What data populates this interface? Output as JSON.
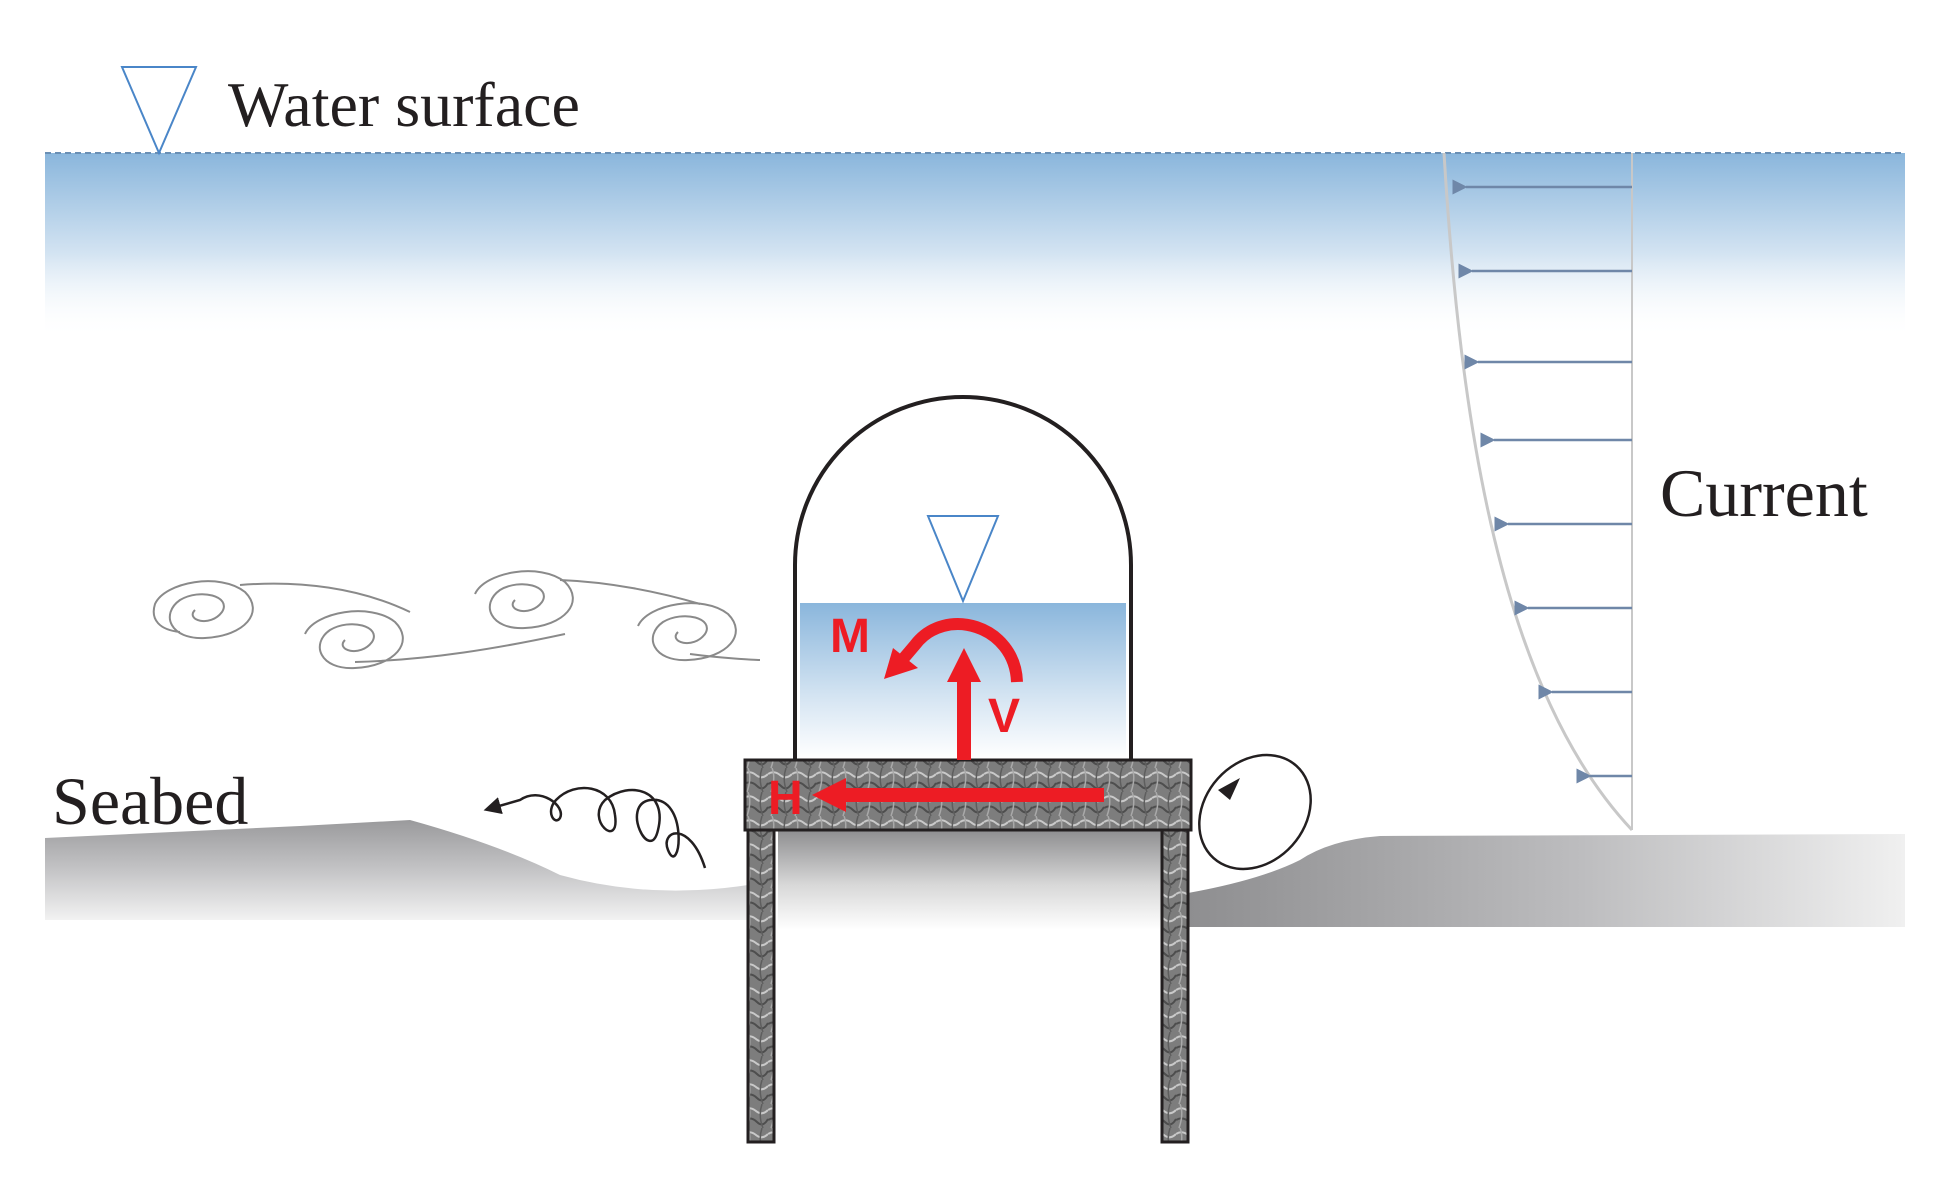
{
  "labels": {
    "water_surface": "Water surface",
    "current": "Current",
    "seabed": "Seabed"
  },
  "loads": {
    "moment": "M",
    "vertical": "V",
    "horizontal": "H"
  },
  "colors": {
    "water_top": "#8ab6dc",
    "water_line": "#4a86c8",
    "current_arrow": "#6f87a8",
    "current_profile": "#c8c8c8",
    "seabed": "#9a9a9c",
    "load_arrow": "#ed1c24",
    "vortex": "#8a8a8a",
    "outline": "#231f20"
  },
  "icons": {
    "water_level_marker": "inverted-triangle",
    "internal_water_marker": "inverted-triangle"
  }
}
